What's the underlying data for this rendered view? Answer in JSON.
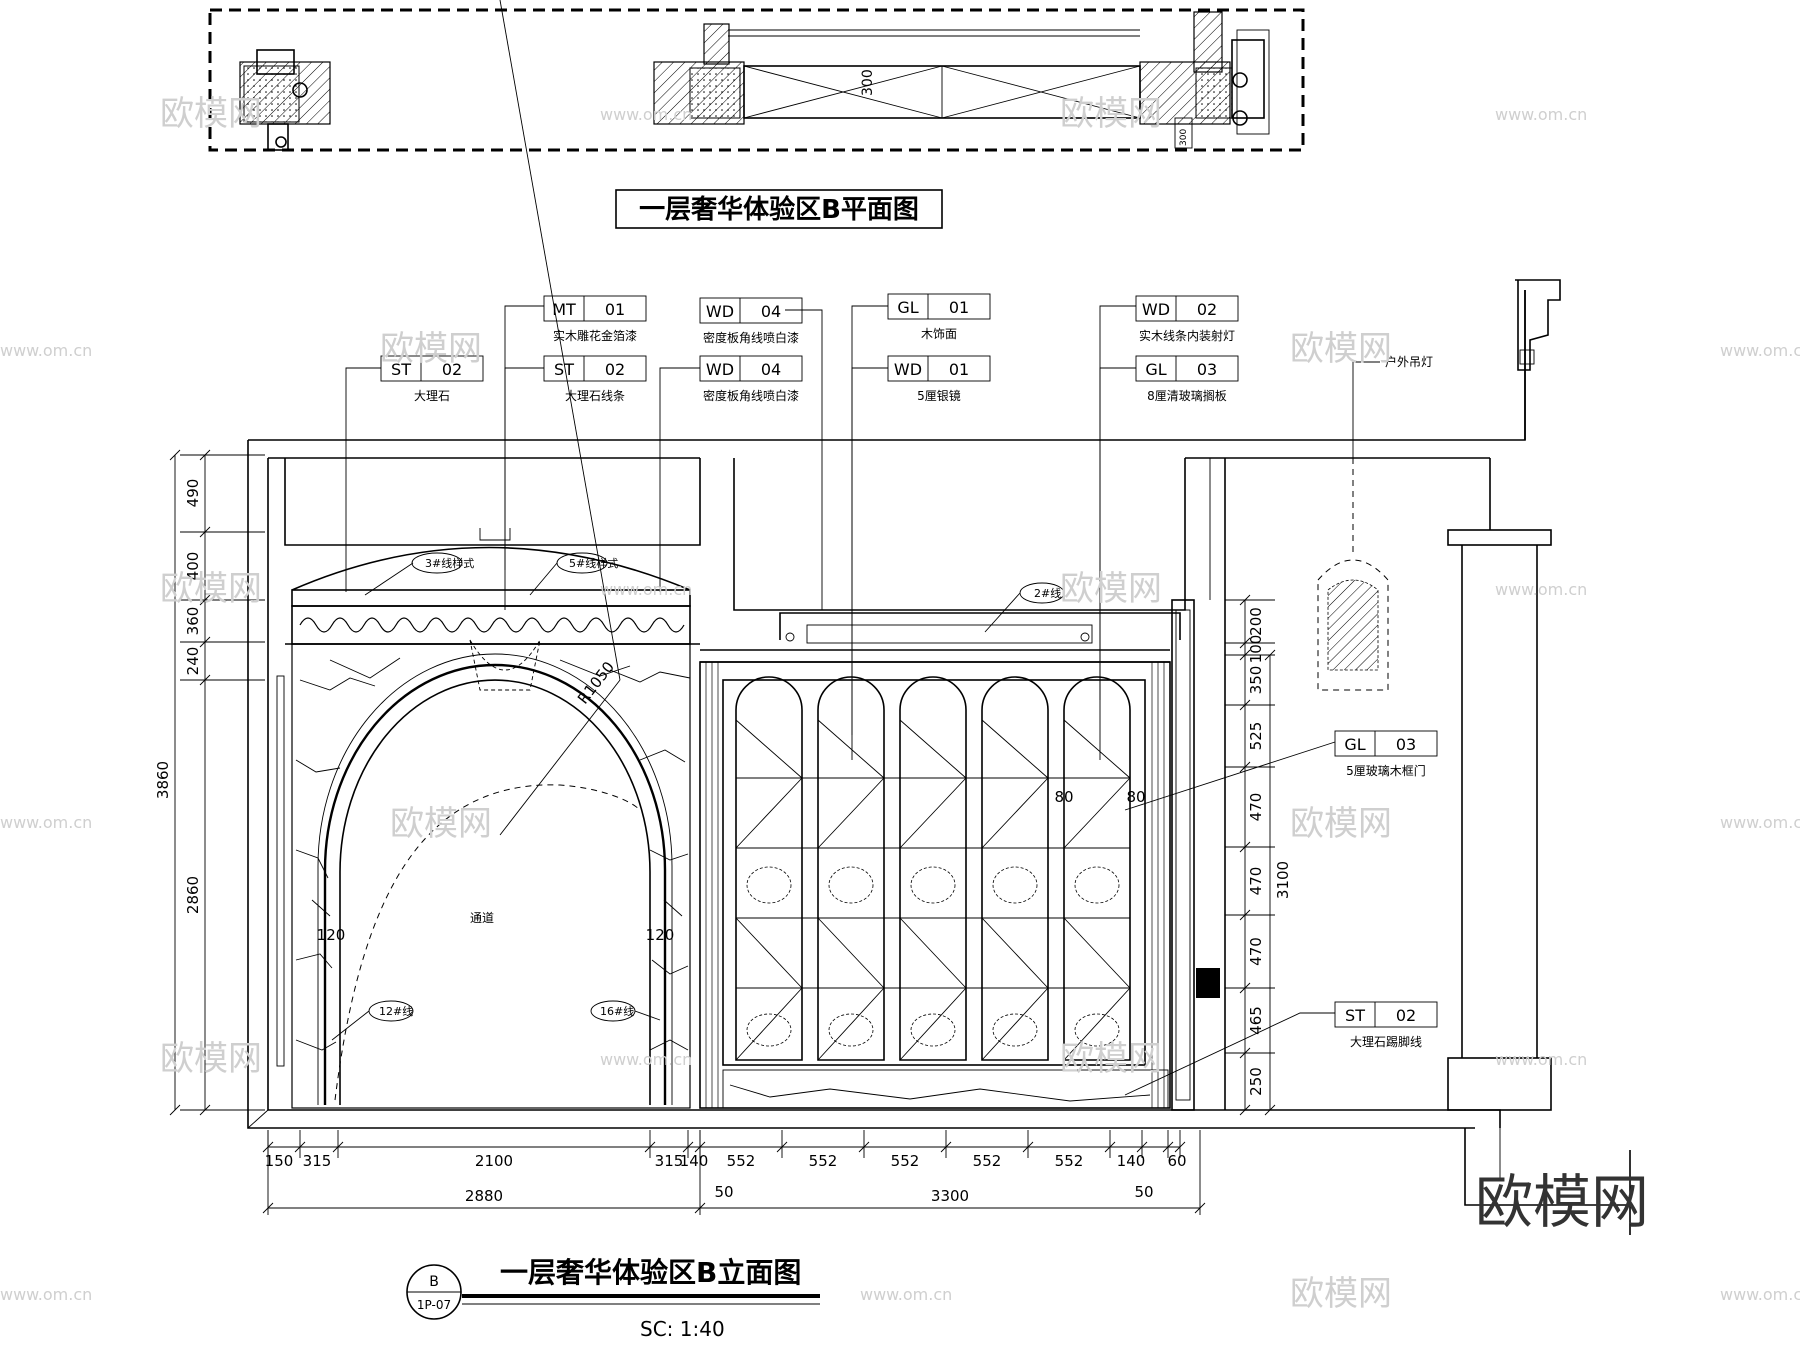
{
  "plan_title": "一层奢华体验区B平面图",
  "elevation_title": "一层奢华体验区B立面图",
  "ref_bubble": {
    "top": "B",
    "bottom": "1P-07"
  },
  "scale": "SC: 1:40",
  "plan_dim": "300",
  "plan_dim_small": "300",
  "materials": [
    {
      "code": "MT",
      "num": "01",
      "desc": "实木雕花金箔漆"
    },
    {
      "code": "ST",
      "num": "02",
      "desc": "大理石线条"
    },
    {
      "code": "ST",
      "num": "02",
      "desc": "大理石"
    },
    {
      "code": "WD",
      "num": "04",
      "desc": "密度板角线喷白漆"
    },
    {
      "code": "WD",
      "num": "04",
      "desc": "密度板角线喷白漆"
    },
    {
      "code": "GL",
      "num": "01",
      "desc": "木饰面"
    },
    {
      "code": "WD",
      "num": "01",
      "desc": "5厘银镜"
    },
    {
      "code": "WD",
      "num": "02",
      "desc": "实木线条内装射灯"
    },
    {
      "code": "GL",
      "num": "03",
      "desc": "8厘清玻璃搁板"
    },
    {
      "code": "GL",
      "num": "03",
      "desc": "5厘玻璃木框门"
    },
    {
      "code": "ST",
      "num": "02",
      "desc": "大理石踢脚线"
    }
  ],
  "lamp_label": "户外吊灯",
  "line_tags": [
    "3#线样式",
    "5#线样式",
    "2#线",
    "12#线",
    "16#线"
  ],
  "arch_radius": "R1050",
  "passage_label": "通道",
  "dims_left_outer": [
    "3860"
  ],
  "dims_left_inner": [
    "490",
    "400",
    "360",
    "240",
    "2860"
  ],
  "dims_right": [
    "200",
    "100",
    "350",
    "525",
    "470",
    "470",
    "470",
    "465",
    "250"
  ],
  "dim_right_total": "3100",
  "dims_bottom_row1": [
    "150",
    "315",
    "2100",
    "315",
    "140",
    "552",
    "552",
    "552",
    "552",
    "552",
    "140",
    "60"
  ],
  "dims_bottom_row2": [
    "2880",
    "3300"
  ],
  "dims_bottom_small": [
    "50",
    "50"
  ],
  "dims_misc": [
    "120",
    "120",
    "80",
    "80"
  ],
  "watermark_text": "欧模网",
  "watermark_url": "www.om.cn"
}
